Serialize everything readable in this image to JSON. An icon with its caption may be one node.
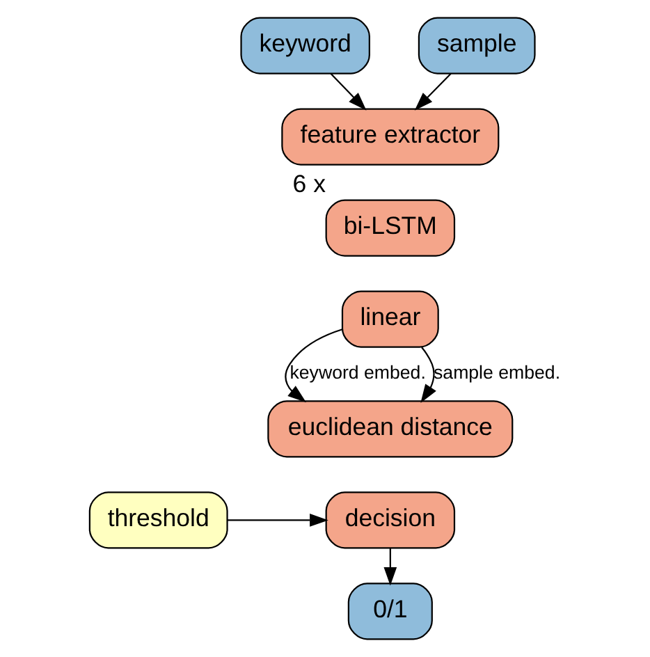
{
  "diagram": {
    "nodes": [
      {
        "text": [
          "keyword"
        ]
      },
      {
        "text": [
          "sample"
        ]
      },
      {
        "text": [
          "feature extractor"
        ]
      },
      {
        "text": [
          "bi-LSTM"
        ],
        "beside": [
          "6 x"
        ]
      },
      {
        "text": [
          "linear"
        ]
      },
      {
        "text": [
          "euclidean distance"
        ]
      },
      {
        "text": [
          "threshold"
        ]
      },
      {
        "text": [
          "decision"
        ]
      },
      {
        "text": [
          "0/1"
        ]
      }
    ],
    "edges": [
      {
        "from": 0,
        "to": 2,
        "arrow": "to"
      },
      {
        "from": 1,
        "to": 2,
        "arrow": "to"
      },
      {
        "from": 4,
        "to": 5,
        "arrow": "to",
        "label": "keyword embed."
      },
      {
        "from": 4,
        "to": 5,
        "arrow": "to",
        "label": "sample embed."
      },
      {
        "from": 6,
        "to": 7,
        "arrow": "to"
      },
      {
        "from": 7,
        "to": 8,
        "arrow": "to"
      }
    ]
  }
}
